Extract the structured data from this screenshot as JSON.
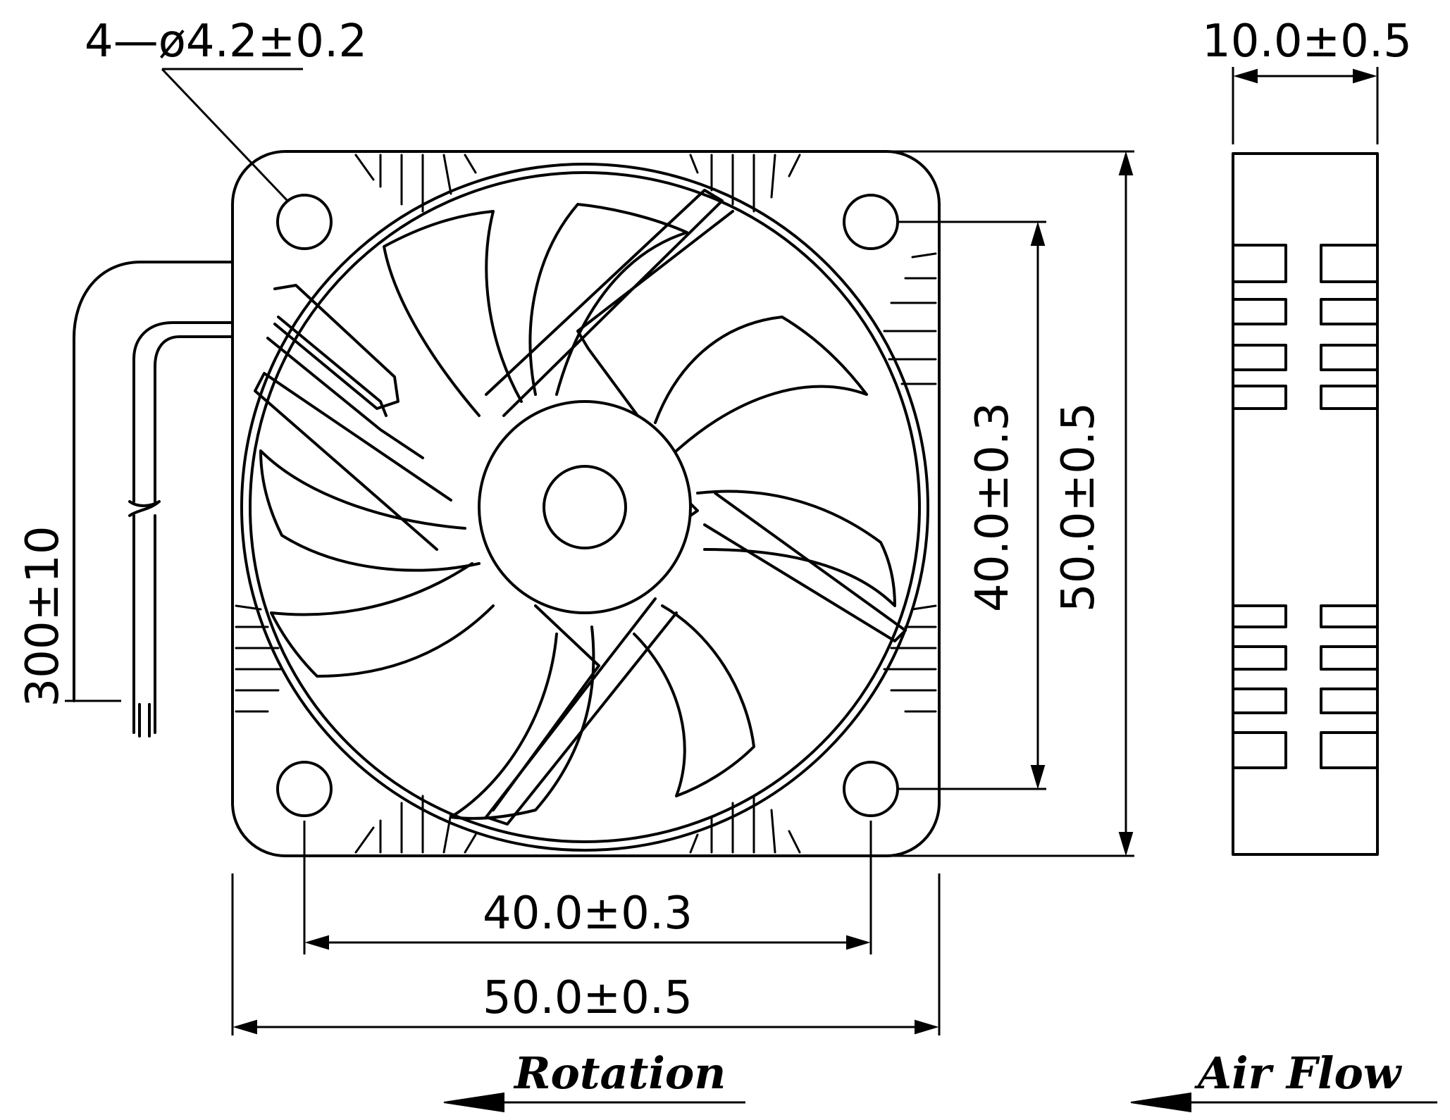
{
  "dimensions": {
    "mount_hole": "4—ø4.2±0.2",
    "side_thickness": "10.0±0.5",
    "cable_length": "300±10",
    "hole_spacing_vertical": "40.0±0.3",
    "frame_height": "50.0±0.5",
    "hole_spacing_horizontal": "40.0±0.3",
    "frame_width": "50.0±0.5"
  },
  "directions": {
    "rotation": "Rotation",
    "air_flow": "Air Flow"
  }
}
